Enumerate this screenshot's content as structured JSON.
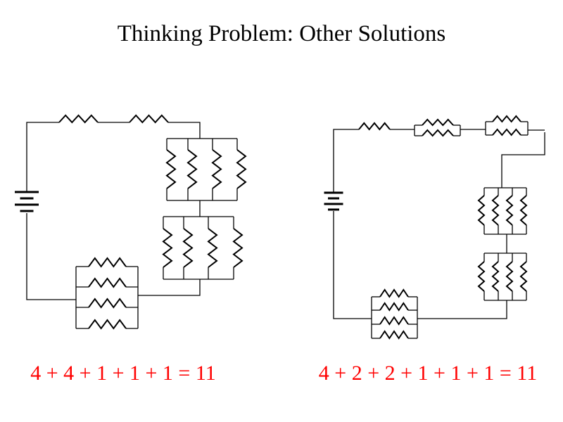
{
  "slide": {
    "title": "Thinking Problem: Other Solutions",
    "solutions": [
      {
        "equation": "4 + 4 + 1 + 1 + 1 = 11",
        "groups": [
          1,
          1,
          4,
          4,
          4
        ]
      },
      {
        "equation": "4 + 2 + 2 + 1 + 1 + 1 = 11",
        "groups": [
          1,
          2,
          2,
          4,
          4,
          4
        ]
      }
    ],
    "colors": {
      "equation": "#ff0000",
      "wire": "#000000"
    }
  }
}
